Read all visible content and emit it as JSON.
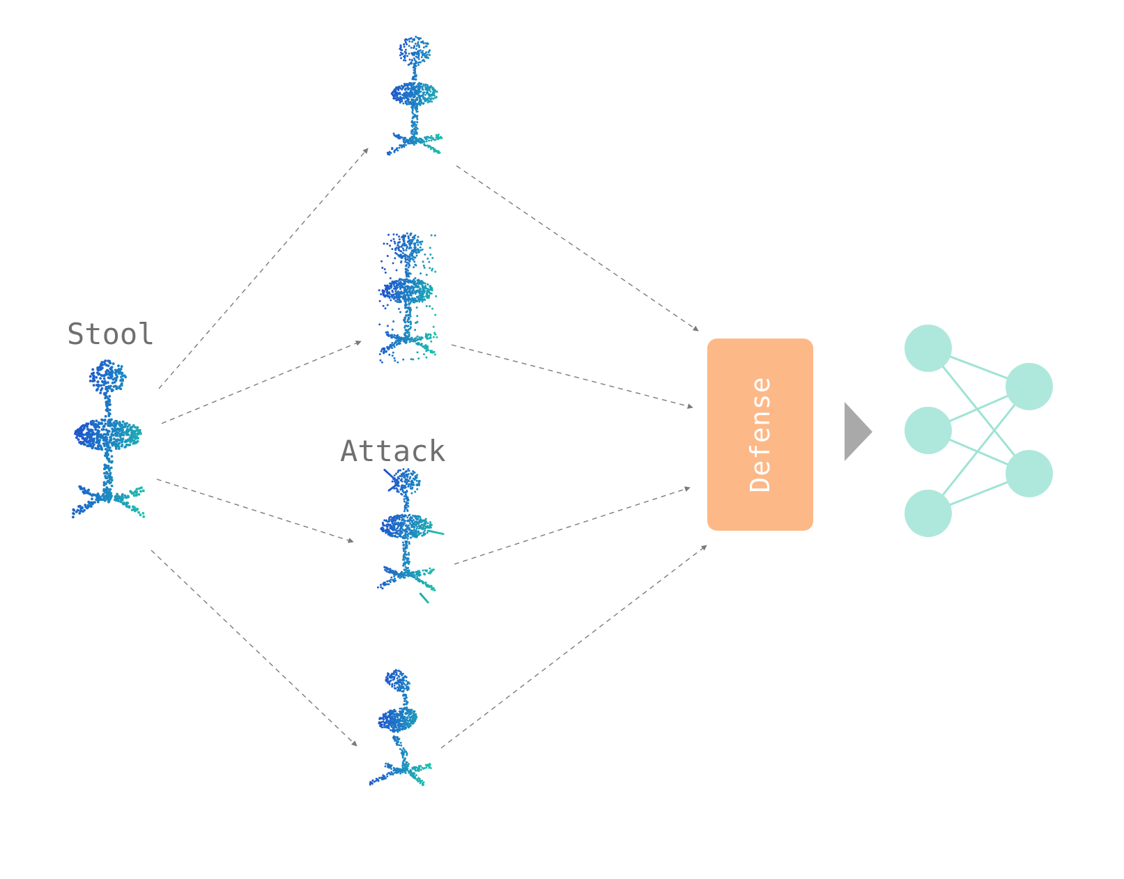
{
  "labels": {
    "source_class": "Stool",
    "attack": "Attack",
    "defense": "Defense"
  },
  "colors": {
    "arrow": "#7a7a7a",
    "label_text": "#6f6f6f",
    "defense_box": "#fdb887",
    "defense_text": "#ffffff",
    "network_node": "#aee8dc",
    "network_edge": "#9fe3d5",
    "flow_triangle": "#a9a9a9",
    "point_cloud_gradient": [
      "#1f3fd1",
      "#1c7fc4",
      "#1ec9a8"
    ]
  },
  "nodes": [
    {
      "id": "stool-original",
      "kind": "point-cloud",
      "variant": "clean"
    },
    {
      "id": "attack-1",
      "kind": "point-cloud",
      "variant": "noise-on-seat"
    },
    {
      "id": "attack-2",
      "kind": "point-cloud",
      "variant": "scattered-points"
    },
    {
      "id": "attack-3",
      "kind": "point-cloud",
      "variant": "added-spikes"
    },
    {
      "id": "attack-4",
      "kind": "point-cloud",
      "variant": "shape-deformed"
    },
    {
      "id": "defense",
      "kind": "module",
      "label_ref": "defense"
    },
    {
      "id": "classifier",
      "kind": "neural-network",
      "layers": [
        3,
        2
      ]
    }
  ],
  "edges": [
    {
      "from": "stool-original",
      "to": "attack-1",
      "style": "dashed"
    },
    {
      "from": "stool-original",
      "to": "attack-2",
      "style": "dashed"
    },
    {
      "from": "stool-original",
      "to": "attack-3",
      "style": "dashed"
    },
    {
      "from": "stool-original",
      "to": "attack-4",
      "style": "dashed"
    },
    {
      "from": "attack-1",
      "to": "defense",
      "style": "dashed"
    },
    {
      "from": "attack-2",
      "to": "defense",
      "style": "dashed"
    },
    {
      "from": "attack-3",
      "to": "defense",
      "style": "dashed"
    },
    {
      "from": "attack-4",
      "to": "defense",
      "style": "dashed"
    },
    {
      "from": "defense",
      "to": "classifier",
      "style": "triangle"
    }
  ]
}
